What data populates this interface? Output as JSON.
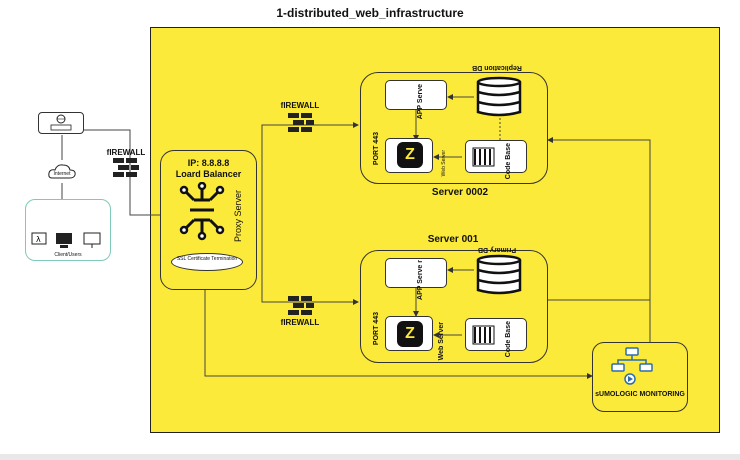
{
  "title": "1-distributed_web_infrastructure",
  "client": {
    "internet_label": "Internet",
    "users_label": "Client/Users"
  },
  "firewall_left": "fIREWALL",
  "firewall_top": "fIREWALL",
  "firewall_bottom": "fIREWALL",
  "load_balancer": {
    "ip": "IP: 8.8.8.8",
    "name": "Loard Balancer",
    "proxy": "Proxy Server",
    "ssl": "SSL Certificate Termination"
  },
  "server2": {
    "name": "Server 0002",
    "port": "PORT 443",
    "app": "APP Serve",
    "db": "Replication DB",
    "web": "Web Server",
    "code": "Code Base"
  },
  "server1": {
    "name": "Server 001",
    "port": "PORT 443",
    "app": "APP Serve r",
    "db": "Primary DB",
    "web": "Web Server",
    "code": "Code Base"
  },
  "monitoring": {
    "label": "sUMOLOGIC MONITORING"
  },
  "colors": {
    "canvas": "#fcea3a",
    "accent_blue": "#2b6cb0",
    "border": "#333333"
  }
}
